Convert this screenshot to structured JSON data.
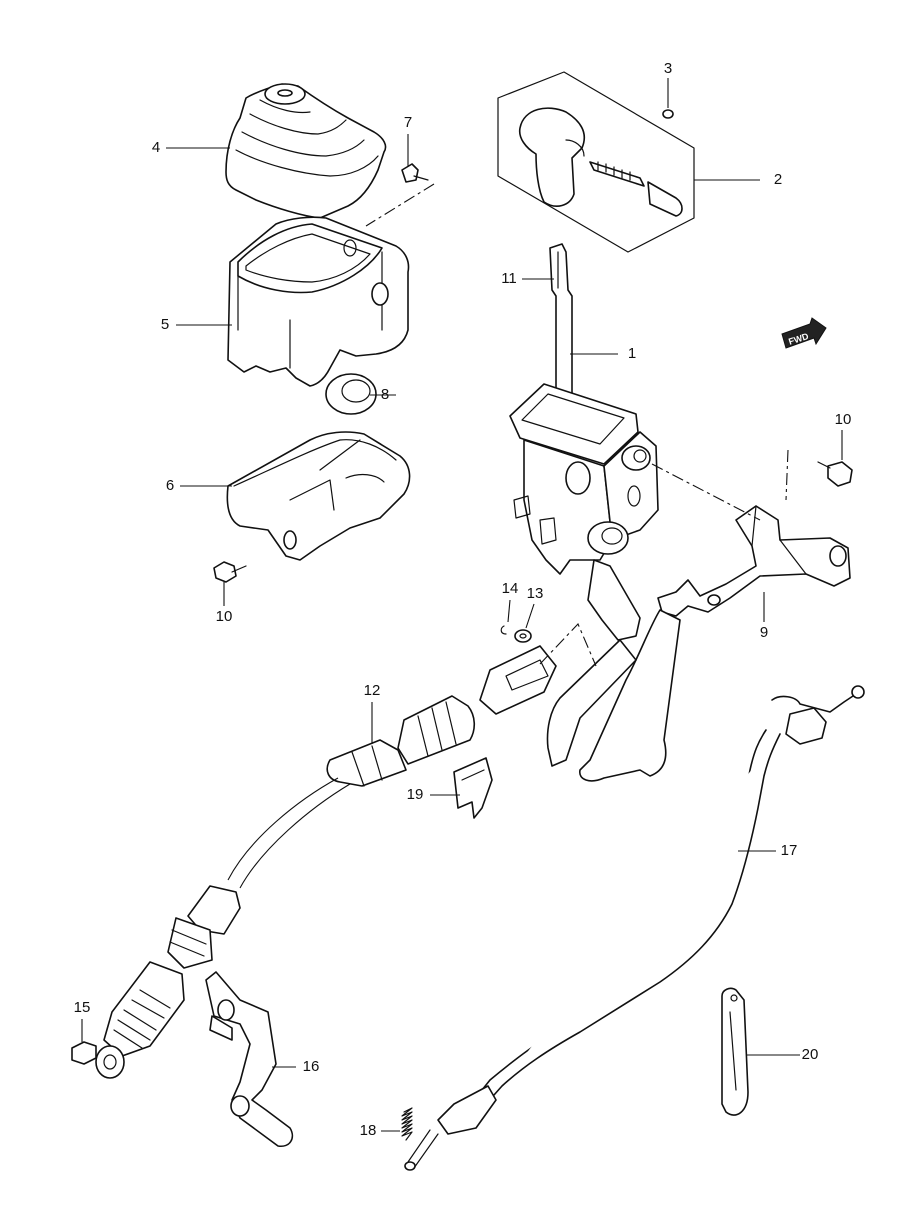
{
  "callouts": [
    {
      "id": "c1",
      "label": "1"
    },
    {
      "id": "c2",
      "label": "2"
    },
    {
      "id": "c3",
      "label": "3"
    },
    {
      "id": "c4",
      "label": "4"
    },
    {
      "id": "c5",
      "label": "5"
    },
    {
      "id": "c6",
      "label": "6"
    },
    {
      "id": "c7",
      "label": "7"
    },
    {
      "id": "c8",
      "label": "8"
    },
    {
      "id": "c9",
      "label": "9"
    },
    {
      "id": "c10a",
      "label": "10"
    },
    {
      "id": "c10b",
      "label": "10"
    },
    {
      "id": "c11",
      "label": "11"
    },
    {
      "id": "c12",
      "label": "12"
    },
    {
      "id": "c13",
      "label": "13"
    },
    {
      "id": "c14",
      "label": "14"
    },
    {
      "id": "c15",
      "label": "15"
    },
    {
      "id": "c16",
      "label": "16"
    },
    {
      "id": "c17",
      "label": "17"
    },
    {
      "id": "c18",
      "label": "18"
    },
    {
      "id": "c19",
      "label": "19"
    },
    {
      "id": "c20",
      "label": "20"
    }
  ],
  "direction_badge": {
    "label": "FWD"
  }
}
